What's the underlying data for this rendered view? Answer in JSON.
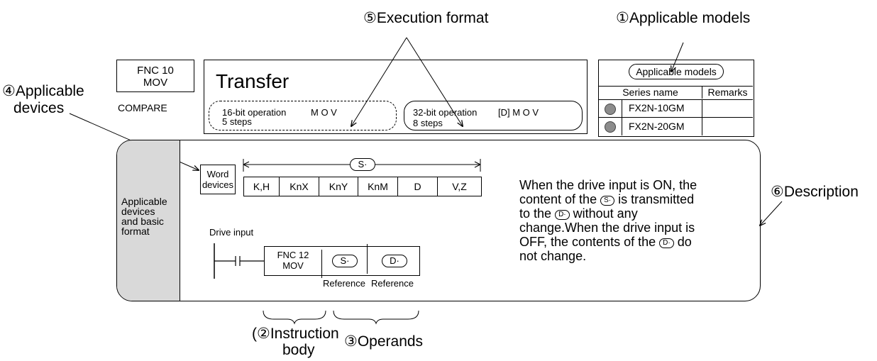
{
  "callouts": {
    "execution_format": "⑤Execution format",
    "applicable_models": "①Applicable models",
    "applicable_devices_line1": "④Applicable",
    "applicable_devices_line2": "devices",
    "description": "⑥Description",
    "instruction_body_line1": "(②Instruction",
    "instruction_body_line2": "body",
    "operands": "③Operands"
  },
  "fnc_box": {
    "line1": "FNC 10",
    "line2": "MOV",
    "category": "COMPARE"
  },
  "title_box": {
    "title": "Transfer",
    "op16_label": "16-bit operation",
    "op16_mnemonic": "M O V",
    "op16_steps": "5 steps",
    "op32_label": "32-bit operation",
    "op32_mnemonic": "[D] M O V",
    "op32_steps": "8 steps"
  },
  "models_box": {
    "header": "Applicable models",
    "col_series": "Series name",
    "col_remarks": "Remarks",
    "rows": [
      {
        "name": "FX2N-10GM",
        "remarks": ""
      },
      {
        "name": "FX2N-20GM",
        "remarks": ""
      }
    ]
  },
  "main_panel": {
    "side_label": [
      "Applicable",
      "devices",
      "and basic",
      "format"
    ],
    "word_devices": [
      "Word",
      "devices"
    ],
    "operand_symbol_s": "S·",
    "operand_symbol_d": "D·",
    "devices": [
      "K,H",
      "KnX",
      "KnY",
      "KnM",
      "D",
      "V,Z"
    ],
    "drive_input": "Drive input",
    "ladder_fnc": [
      "FNC 12",
      "MOV"
    ],
    "reference_1": "Reference",
    "reference_2": "Reference",
    "description_lines": {
      "l1": "When the drive input is ON, the",
      "l2_a": "content of the",
      "l2_b": "is transmitted",
      "l3_a": "to the",
      "l3_b": "without any",
      "l4": "change.When the drive input is",
      "l5_a": "OFF, the contents of the",
      "l5_b": "do",
      "l6": "not change."
    }
  }
}
